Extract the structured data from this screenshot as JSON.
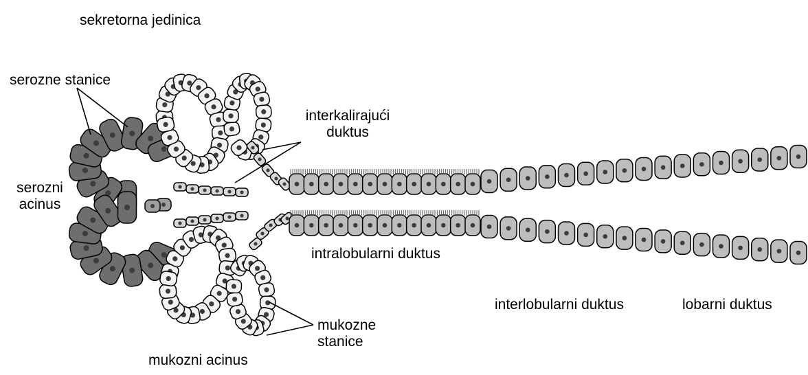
{
  "labels": {
    "sekretorna_jedinica": "sekretorna jedinica",
    "serozne_stanice": "serozne stanice",
    "serozni_acinus_1": "serozni",
    "serozni_acinus_2": "acinus",
    "interkalirajuci_1": "interkalirajući",
    "interkalirajuci_2": "duktus",
    "intralobularni": "intralobularni duktus",
    "interlobularni": "interlobularni duktus",
    "lobarni": "lobarni duktus",
    "mukozne_1": "mukozne",
    "mukozne_2": "stanice",
    "mukozni_acinus": "mukozni acinus"
  },
  "colors": {
    "serous_cell": "#6e6e6e",
    "serous_nucleus": "#3c3c3c",
    "mucous_cell": "#f2f2f2",
    "mucous_nucleus": "#3c3c3c",
    "duct_cell": "#bdbdbd",
    "duct_nucleus": "#3c3c3c",
    "outline": "#000000"
  }
}
